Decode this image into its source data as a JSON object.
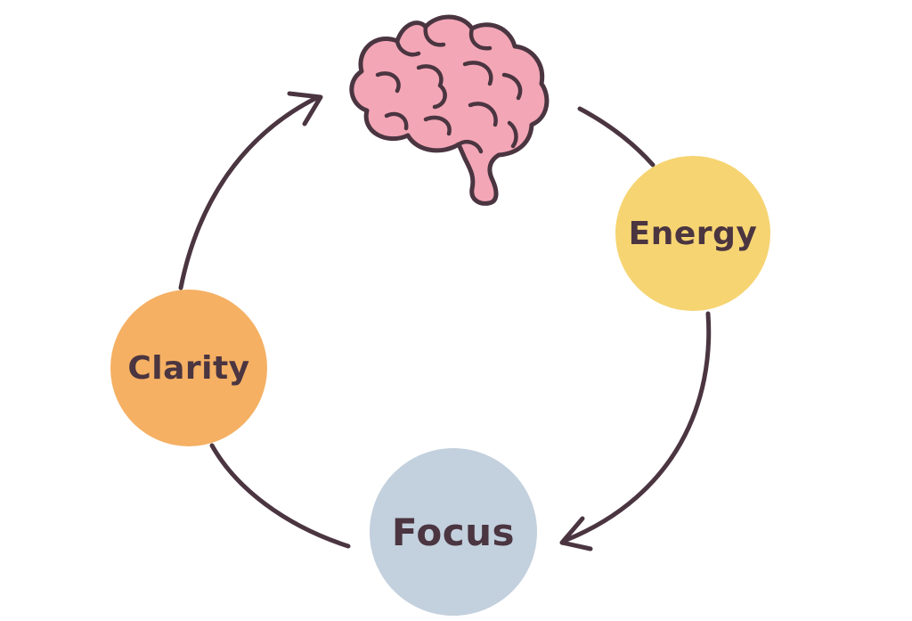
{
  "colors": {
    "stroke": "#4a3540",
    "brain_fill": "#f3a6b6",
    "energy_fill": "#f6d472",
    "clarity_fill": "#f5b063",
    "focus_fill": "#c3d0dd"
  },
  "icons": {
    "center": "brain-icon"
  },
  "nodes": {
    "energy": {
      "label": "Energy"
    },
    "focus": {
      "label": "Focus"
    },
    "clarity": {
      "label": "Clarity"
    }
  }
}
